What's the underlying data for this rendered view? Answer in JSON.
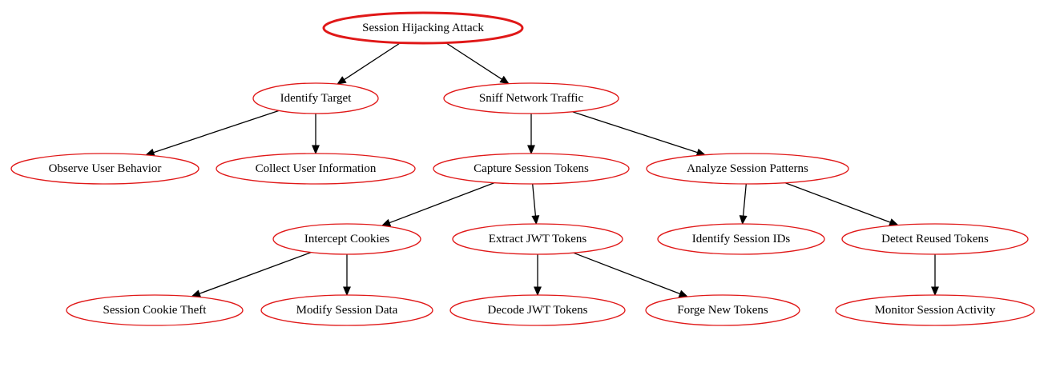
{
  "diagram": {
    "type": "attack-tree",
    "colors": {
      "node_border": "#e01818",
      "edge": "#000000",
      "text": "#000000",
      "background": "#ffffff"
    },
    "nodes": [
      {
        "id": "root",
        "label": "Session Hijacking Attack",
        "emphasis": "bold-border"
      },
      {
        "id": "identify_target",
        "label": "Identify Target"
      },
      {
        "id": "sniff_traffic",
        "label": "Sniff Network Traffic"
      },
      {
        "id": "observe_behavior",
        "label": "Observe User Behavior"
      },
      {
        "id": "collect_info",
        "label": "Collect User Information"
      },
      {
        "id": "capture_tokens",
        "label": "Capture Session Tokens"
      },
      {
        "id": "analyze_patterns",
        "label": "Analyze Session Patterns"
      },
      {
        "id": "intercept_cookies",
        "label": "Intercept Cookies"
      },
      {
        "id": "extract_jwt",
        "label": "Extract JWT Tokens"
      },
      {
        "id": "identify_ids",
        "label": "Identify Session IDs"
      },
      {
        "id": "detect_reused",
        "label": "Detect Reused Tokens"
      },
      {
        "id": "cookie_theft",
        "label": "Session Cookie Theft"
      },
      {
        "id": "modify_data",
        "label": "Modify Session Data"
      },
      {
        "id": "decode_jwt",
        "label": "Decode JWT Tokens"
      },
      {
        "id": "forge_tokens",
        "label": "Forge New Tokens"
      },
      {
        "id": "monitor_activity",
        "label": "Monitor Session Activity"
      }
    ],
    "edges": [
      {
        "from": "root",
        "to": "identify_target"
      },
      {
        "from": "root",
        "to": "sniff_traffic"
      },
      {
        "from": "identify_target",
        "to": "observe_behavior"
      },
      {
        "from": "identify_target",
        "to": "collect_info"
      },
      {
        "from": "sniff_traffic",
        "to": "capture_tokens"
      },
      {
        "from": "sniff_traffic",
        "to": "analyze_patterns"
      },
      {
        "from": "capture_tokens",
        "to": "intercept_cookies"
      },
      {
        "from": "capture_tokens",
        "to": "extract_jwt"
      },
      {
        "from": "analyze_patterns",
        "to": "identify_ids"
      },
      {
        "from": "analyze_patterns",
        "to": "detect_reused"
      },
      {
        "from": "intercept_cookies",
        "to": "cookie_theft"
      },
      {
        "from": "intercept_cookies",
        "to": "modify_data"
      },
      {
        "from": "extract_jwt",
        "to": "decode_jwt"
      },
      {
        "from": "extract_jwt",
        "to": "forge_tokens"
      },
      {
        "from": "detect_reused",
        "to": "monitor_activity"
      }
    ]
  }
}
